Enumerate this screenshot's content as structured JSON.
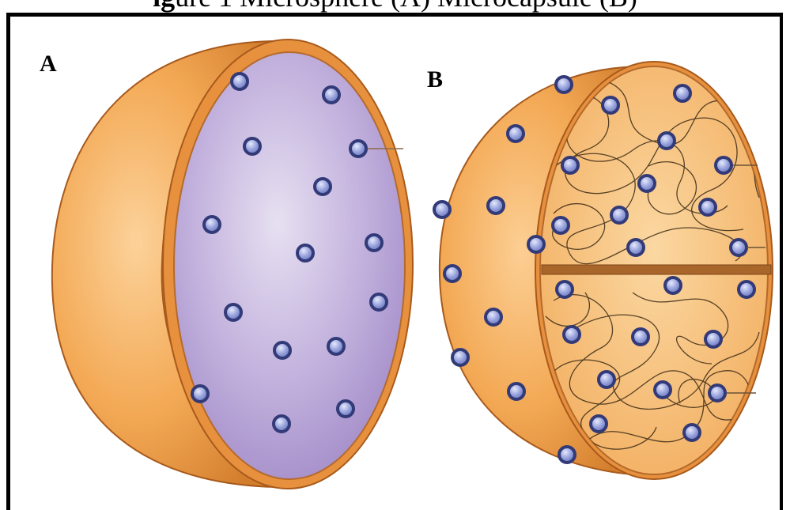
{
  "caption": {
    "lead": "ig",
    "rest": "ure 1 Microsphere (A) Microcapsule (B)"
  },
  "panels": {
    "a": {
      "label": "A"
    },
    "b": {
      "label": "B"
    }
  },
  "colors": {
    "shell": "#f2a655",
    "shell_dark": "#d9822f",
    "shell_outline": "#a85a1c",
    "cut_face_a": "#b7a2d6",
    "cut_face_b": "#f7bb6e",
    "particle": "#8f9bd6",
    "particle_outline": "#3a3f7a",
    "polymer_strand": "#3b2a14",
    "divider": "#a9662b"
  }
}
